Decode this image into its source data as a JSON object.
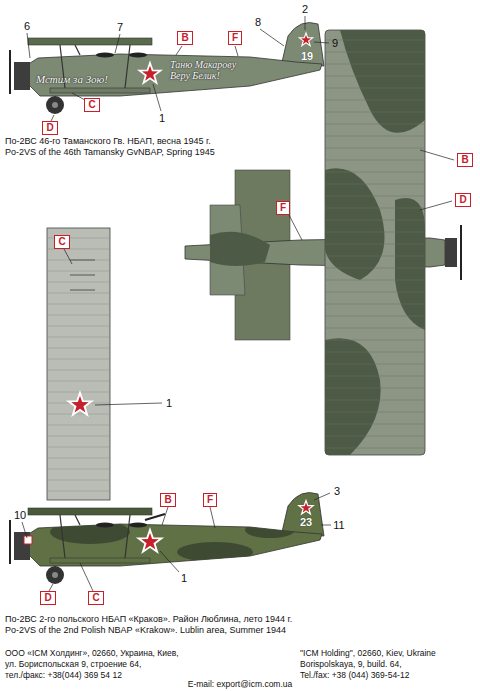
{
  "diagram": {
    "nodes": [
      {
        "text": [
          "B"
        ]
      },
      {
        "text": [
          "F"
        ]
      },
      {
        "text": [
          "C"
        ]
      },
      {
        "text": [
          "D"
        ]
      },
      {
        "text": [
          "B"
        ]
      },
      {
        "text": [
          "D"
        ]
      },
      {
        "text": [
          "F"
        ]
      },
      {
        "text": [
          "C"
        ]
      },
      {
        "text": [
          "B"
        ]
      },
      {
        "text": [
          "F"
        ]
      },
      {
        "text": [
          "D"
        ]
      },
      {
        "text": [
          "C"
        ]
      }
    ],
    "labels": [
      "6",
      "7",
      "8",
      "2",
      "9",
      "Мстим за Зою!",
      "Таню Макарову Веру Белик!",
      "19",
      "1",
      "По-2ВС 46-го Таманского Гв. НБАП, весна 1945 г.",
      "Po-2VS of the 46th Tamansky GvNBAP, Spring 1945",
      "1",
      "10",
      "3",
      "23",
      "11",
      "1",
      "По-2ВС 2-го польского НБАП «Краков». Район Люблина, лето 1944 г.",
      "Po-2VS of the 2nd Polish NBAP «Krakow». Lublin area, Summer 1944",
      "ООО «ICM Холдинг», 02660, Украина, Киев,",
      "ул. Бориспольская 9, строение 64,",
      "тел./факс: +38(044) 369 54 12",
      "E-mail: export@icm.com.ua",
      "\"ICM Holding\", 02660, Kiev, Ukraine",
      "Borispolskaya, 9, build. 64,",
      "Tel./fax: +38 (044) 369-54-12"
    ]
  }
}
